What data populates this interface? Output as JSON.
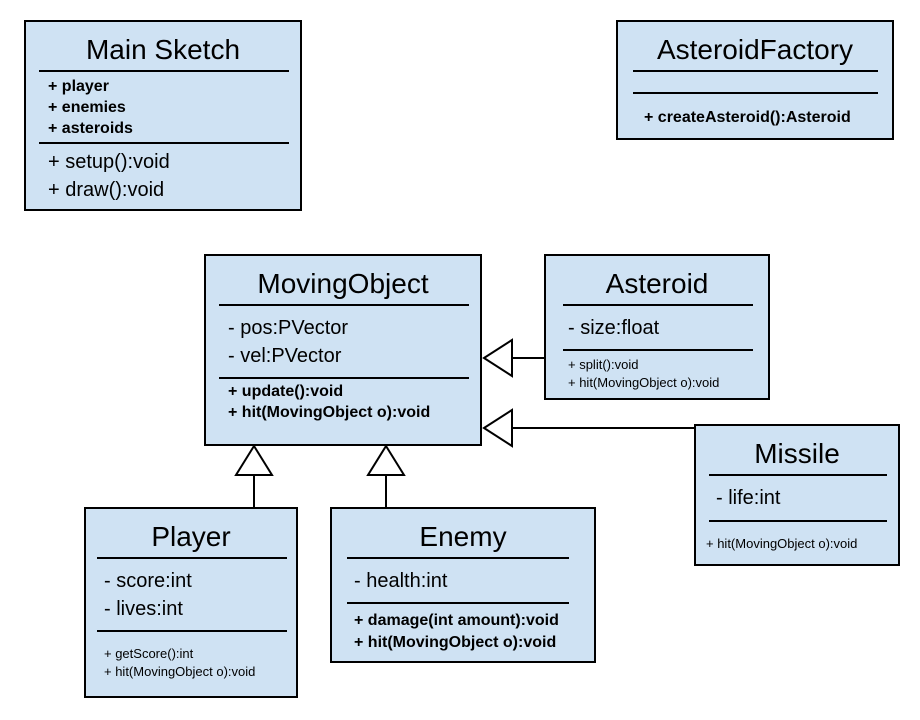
{
  "colors": {
    "box_fill": "#cfe2f3",
    "stroke": "#000000",
    "background": "#ffffff"
  },
  "classes": {
    "main_sketch": {
      "name": "Main Sketch",
      "attributes": [
        "+ player",
        "+ enemies",
        "+ asteroids"
      ],
      "methods": [
        "+ setup():void",
        "+ draw():void"
      ]
    },
    "asteroid_factory": {
      "name": "AsteroidFactory",
      "attributes": [],
      "methods": [
        "+ createAsteroid():Asteroid"
      ]
    },
    "moving_object": {
      "name": "MovingObject",
      "attributes": [
        "- pos:PVector",
        "- vel:PVector"
      ],
      "methods": [
        "+ update():void",
        "+ hit(MovingObject o):void"
      ]
    },
    "asteroid": {
      "name": "Asteroid",
      "attributes": [
        "- size:float"
      ],
      "methods": [
        "+ split():void",
        "+ hit(MovingObject o):void"
      ]
    },
    "missile": {
      "name": "Missile",
      "attributes": [
        "- life:int"
      ],
      "methods": [
        "+ hit(MovingObject o):void"
      ]
    },
    "player": {
      "name": "Player",
      "attributes": [
        "- score:int",
        "- lives:int"
      ],
      "methods": [
        "+ getScore():int",
        "+ hit(MovingObject o):void"
      ]
    },
    "enemy": {
      "name": "Enemy",
      "attributes": [
        "- health:int"
      ],
      "methods": [
        "+ damage(int amount):void",
        "+ hit(MovingObject o):void"
      ]
    }
  },
  "relationships": [
    {
      "type": "generalization",
      "from": "Asteroid",
      "to": "MovingObject"
    },
    {
      "type": "generalization",
      "from": "Missile",
      "to": "MovingObject"
    },
    {
      "type": "generalization",
      "from": "Player",
      "to": "MovingObject"
    },
    {
      "type": "generalization",
      "from": "Enemy",
      "to": "MovingObject"
    }
  ]
}
